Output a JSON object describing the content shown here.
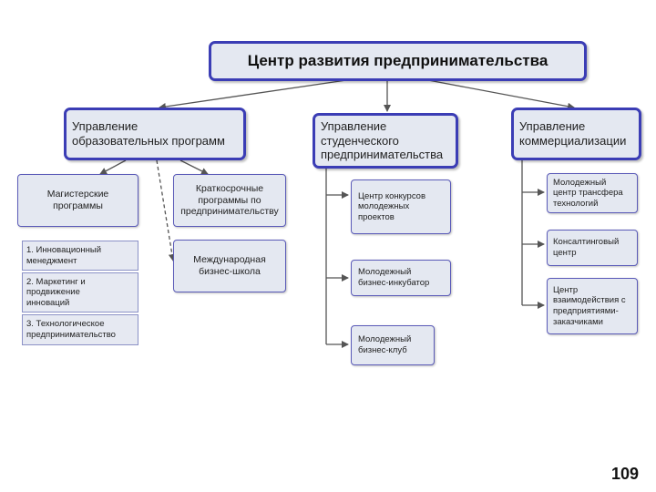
{
  "center": {
    "title": "Центр  развития предпринимательства"
  },
  "departments": {
    "education": {
      "label": "Управление\nобразовательных программ"
    },
    "student": {
      "label": "Управление\nстуденческого\nпредпринимательства"
    },
    "commercial": {
      "label": "Управление\nкоммерциализации"
    }
  },
  "education_units": {
    "masters": {
      "label": "Магистерские\nпрограммы"
    },
    "masters_list": [
      "1. Инновационный\nменеджмент",
      "2. Маркетинг и\nпродвижение\nинноваций",
      "3. Технологическое\nпредпринимательство"
    ],
    "short_programs": {
      "label": "Краткосрочные\nпрограммы по\nпредпринимательству"
    },
    "business_school": {
      "label": "Международная\nбизнес-школа"
    }
  },
  "student_units": [
    "Центр конкурсов\nмолодежных\nпроектов",
    "Молодежный\nбизнес-инкубатор",
    "Молодежный\nбизнес-клуб"
  ],
  "commercial_units": [
    "Молодежный\nцентр трансфера\nтехнологий",
    "Консалтинговый\nцентр",
    "Центр\nвзаимодействия с\nпредприятиями-\nзаказчиками"
  ],
  "page_number": "109"
}
